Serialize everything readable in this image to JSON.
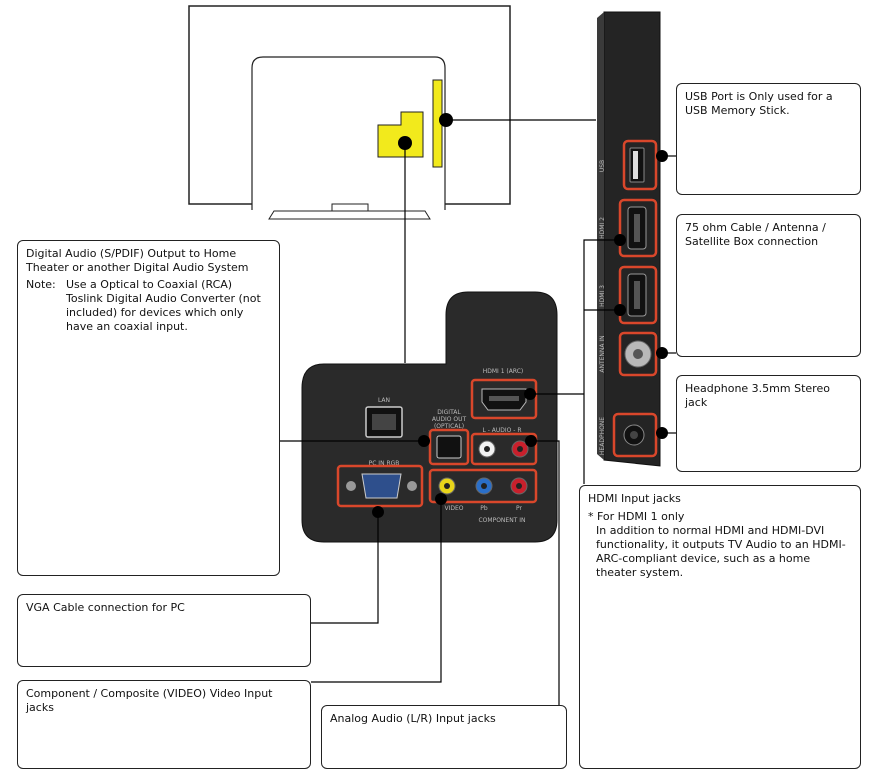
{
  "callouts": {
    "usb": "USB Port is Only used for a USB Memory Stick.",
    "antenna": "75 ohm Cable / Antenna / Satellite Box connection",
    "headphone": "Headphone 3.5mm Stereo jack",
    "hdmi_title": "HDMI Input jacks",
    "hdmi_note_head": "* For HDMI 1 only",
    "hdmi_note_body": "In addition to normal HDMI and HDMI-DVI functionality, it outputs TV Audio to an HDMI-ARC-compliant device, such as a home theater system.",
    "digital_title": "Digital Audio (S/PDIF) Output to Home Theater or another Digital Audio System",
    "digital_note_label": "Note:",
    "digital_note_text": "Use a Optical to Coaxial (RCA) Toslink Digital Audio Converter (not included) for devices which only have an coaxial input.",
    "vga": "VGA Cable connection for PC",
    "component": "Component / Composite (VIDEO) Video Input jacks",
    "analog": "Analog Audio (L/R) Input jacks"
  },
  "panel_labels": {
    "usb": "USB",
    "hdmi2": "HDMI 2",
    "hdmi3": "HDMI 3",
    "antenna": "ANTENNA IN",
    "headphone": "HEADPHONE",
    "lan": "LAN",
    "pc_in": "PC IN RGB",
    "digital_out_1": "DIGITAL",
    "digital_out_2": "AUDIO OUT",
    "digital_out_3": "(OPTICAL)",
    "hdmi1": "HDMI 1 (ARC)",
    "audio_lr": "L - AUDIO - R",
    "video": "VIDEO",
    "pb": "Pb",
    "pr": "Pr",
    "component_in": "COMPONENT IN"
  },
  "colors": {
    "highlight": "#d9472b",
    "panel": "#2a2a2a",
    "tv_zone": "#f2ea1c",
    "rca_yellow": "#e8d51a",
    "rca_blue": "#2a6fc9",
    "rca_red": "#c8202c",
    "rca_white": "#f2f2f2"
  }
}
